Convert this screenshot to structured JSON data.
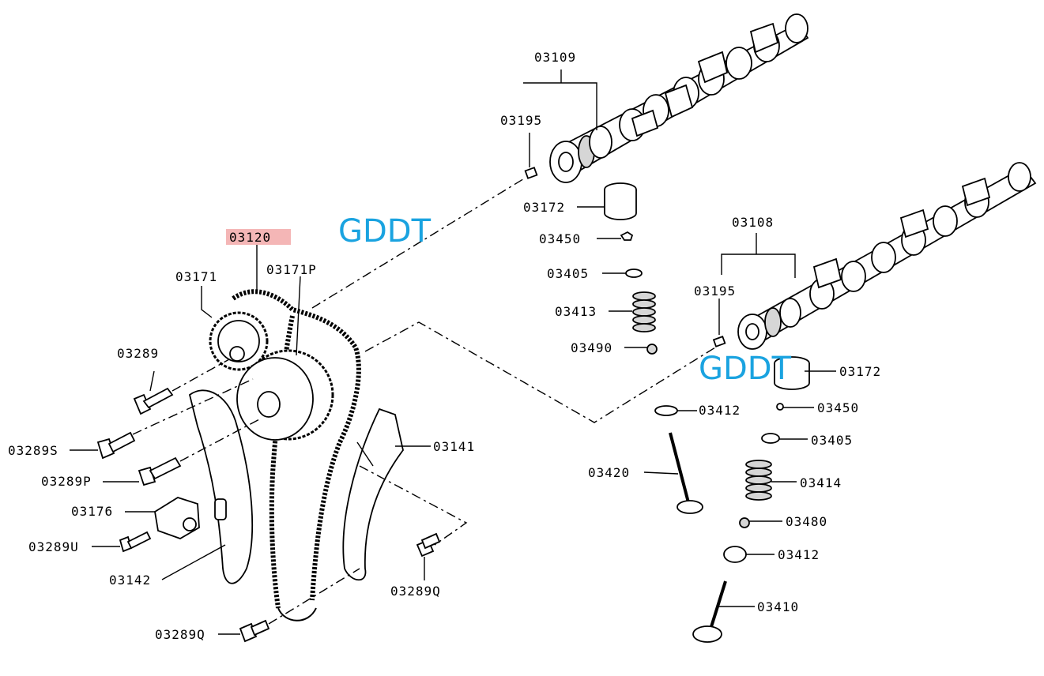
{
  "watermark": "GDDT",
  "highlight_color": "#f4b6b6",
  "watermark_color": "#1aa3e0",
  "highlighted_label": "03120",
  "labels": {
    "p03109": "03109",
    "p03195a": "03195",
    "p03172a": "03172",
    "p03450a": "03450",
    "p03405a": "03405",
    "p03413": "03413",
    "p03490": "03490",
    "p03120": "03120",
    "p03171": "03171",
    "p03171P": "03171P",
    "p03289": "03289",
    "p03289S": "03289S",
    "p03289P": "03289P",
    "p03176": "03176",
    "p03289U": "03289U",
    "p03142": "03142",
    "p03289Qa": "03289Q",
    "p03141": "03141",
    "p03289Qb": "03289Q",
    "p03108": "03108",
    "p03195b": "03195",
    "p03172b": "03172",
    "p03412a": "03412",
    "p03450b": "03450",
    "p03405b": "03405",
    "p03420": "03420",
    "p03414": "03414",
    "p03480": "03480",
    "p03412b": "03412",
    "p03410": "03410"
  }
}
